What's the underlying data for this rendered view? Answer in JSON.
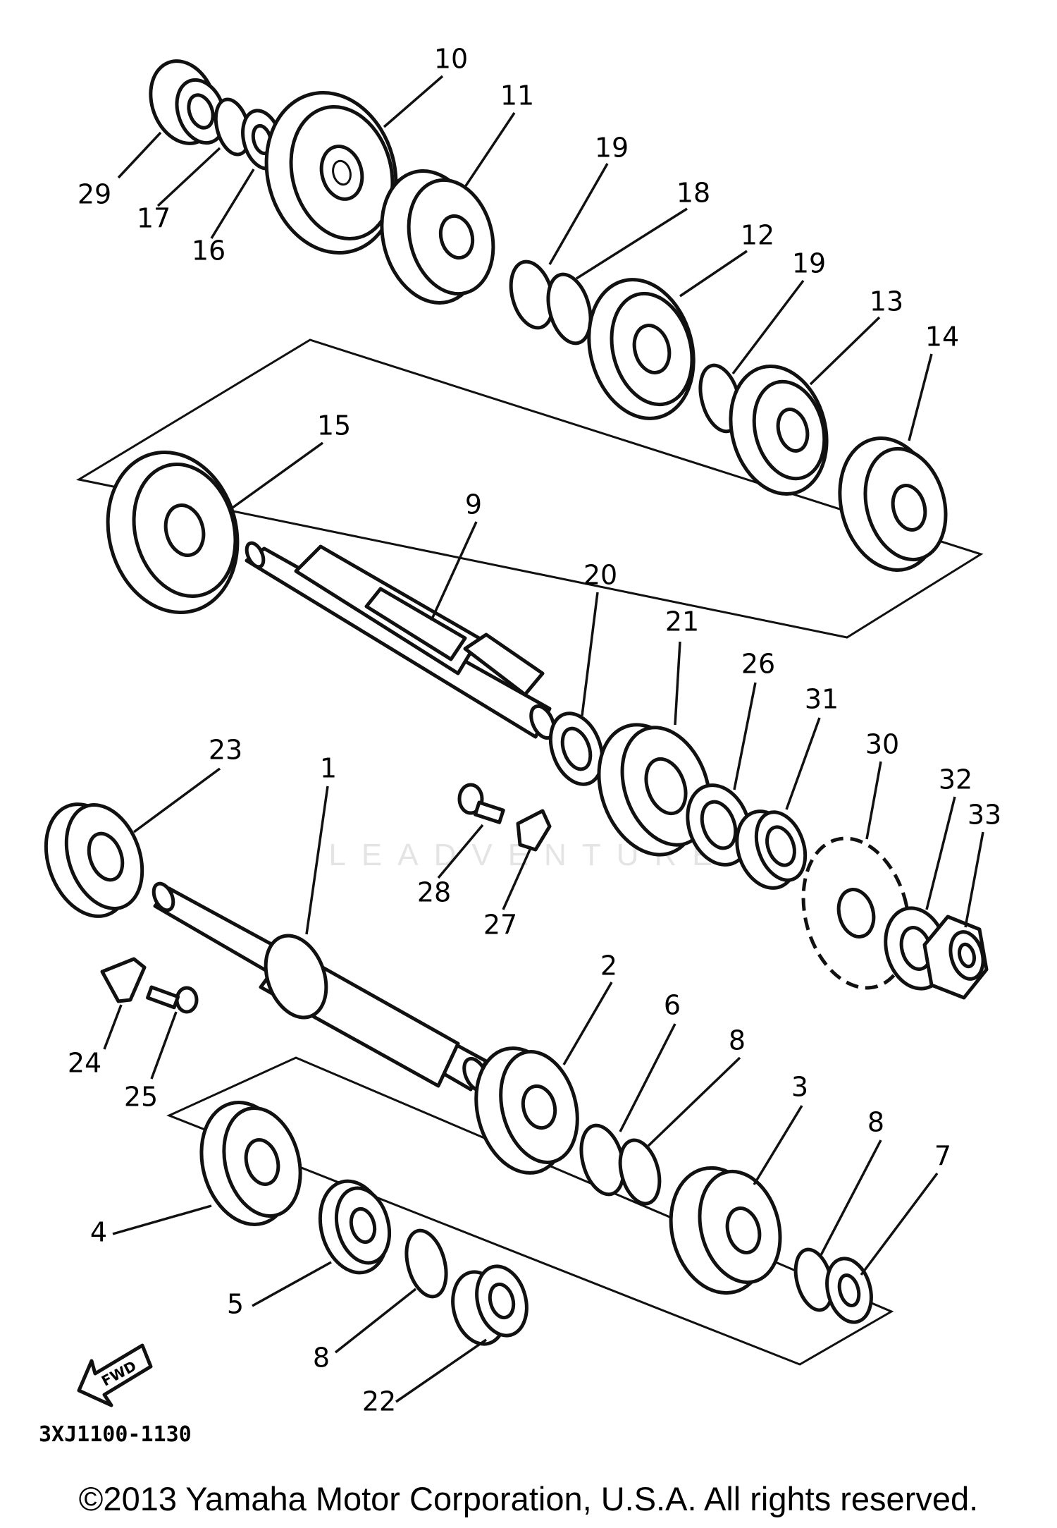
{
  "diagram": {
    "code": "3XJ1100-1130",
    "fwd_label": "FWD",
    "watermark": "LEADVENTURE",
    "copyright": "©2013 Yamaha Motor Corporation, U.S.A. All rights reserved."
  },
  "callouts": [
    {
      "id": "10",
      "label": "10"
    },
    {
      "id": "11",
      "label": "11"
    },
    {
      "id": "19a",
      "label": "19"
    },
    {
      "id": "18",
      "label": "18"
    },
    {
      "id": "12",
      "label": "12"
    },
    {
      "id": "19b",
      "label": "19"
    },
    {
      "id": "13",
      "label": "13"
    },
    {
      "id": "14",
      "label": "14"
    },
    {
      "id": "29",
      "label": "29"
    },
    {
      "id": "17",
      "label": "17"
    },
    {
      "id": "16",
      "label": "16"
    },
    {
      "id": "15",
      "label": "15"
    },
    {
      "id": "9",
      "label": "9"
    },
    {
      "id": "20",
      "label": "20"
    },
    {
      "id": "21",
      "label": "21"
    },
    {
      "id": "26",
      "label": "26"
    },
    {
      "id": "31",
      "label": "31"
    },
    {
      "id": "30",
      "label": "30"
    },
    {
      "id": "32",
      "label": "32"
    },
    {
      "id": "33",
      "label": "33"
    },
    {
      "id": "23",
      "label": "23"
    },
    {
      "id": "1",
      "label": "1"
    },
    {
      "id": "28",
      "label": "28"
    },
    {
      "id": "27",
      "label": "27"
    },
    {
      "id": "2",
      "label": "2"
    },
    {
      "id": "6",
      "label": "6"
    },
    {
      "id": "8a",
      "label": "8"
    },
    {
      "id": "3",
      "label": "3"
    },
    {
      "id": "8b",
      "label": "8"
    },
    {
      "id": "7",
      "label": "7"
    },
    {
      "id": "24",
      "label": "24"
    },
    {
      "id": "25",
      "label": "25"
    },
    {
      "id": "4",
      "label": "4"
    },
    {
      "id": "5",
      "label": "5"
    },
    {
      "id": "8c",
      "label": "8"
    },
    {
      "id": "22",
      "label": "22"
    }
  ]
}
